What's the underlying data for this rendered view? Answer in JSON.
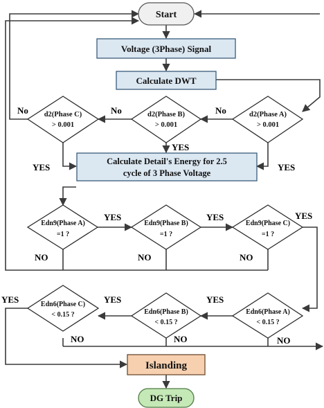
{
  "start": "Start",
  "voltage": "Voltage (3Phase) Signal",
  "dwt": "Calculate DWT",
  "d2": {
    "c": [
      "d2(Phase C)",
      "> 0.001"
    ],
    "b": [
      "d2(Phase B)",
      "> 0.001"
    ],
    "a": [
      "d2(Phase A)",
      "> 0.001"
    ]
  },
  "energy": [
    "Calculate Detail's  Energy for 2.5",
    "cycle of 3 Phase Voltage"
  ],
  "edn9": {
    "a": [
      "Edn9(Phase A)",
      "=1  ?"
    ],
    "b": [
      "Edn9(Phase B)",
      "=1  ?"
    ],
    "c": [
      "Edn9(Phase C)",
      "=1  ?"
    ]
  },
  "edn6": {
    "c": [
      "Edn6(Phase C)",
      "< 0.15 ?"
    ],
    "b": [
      "Edn6(Phase B)",
      "< 0.15  ?"
    ],
    "a": [
      "Edn6(Phase A)",
      "< 0.15  ?"
    ]
  },
  "islanding": "Islanding",
  "dg_trip": "DG Trip",
  "labels": {
    "yes": "YES",
    "no": "NO",
    "no_mixed": "No"
  },
  "colors": {
    "process_fill": "#dbe7f1",
    "islanding_fill": "#f7d0b0",
    "dg_trip_fill": "#c4e8b6",
    "terminal_fill": "#f0f0f0"
  }
}
